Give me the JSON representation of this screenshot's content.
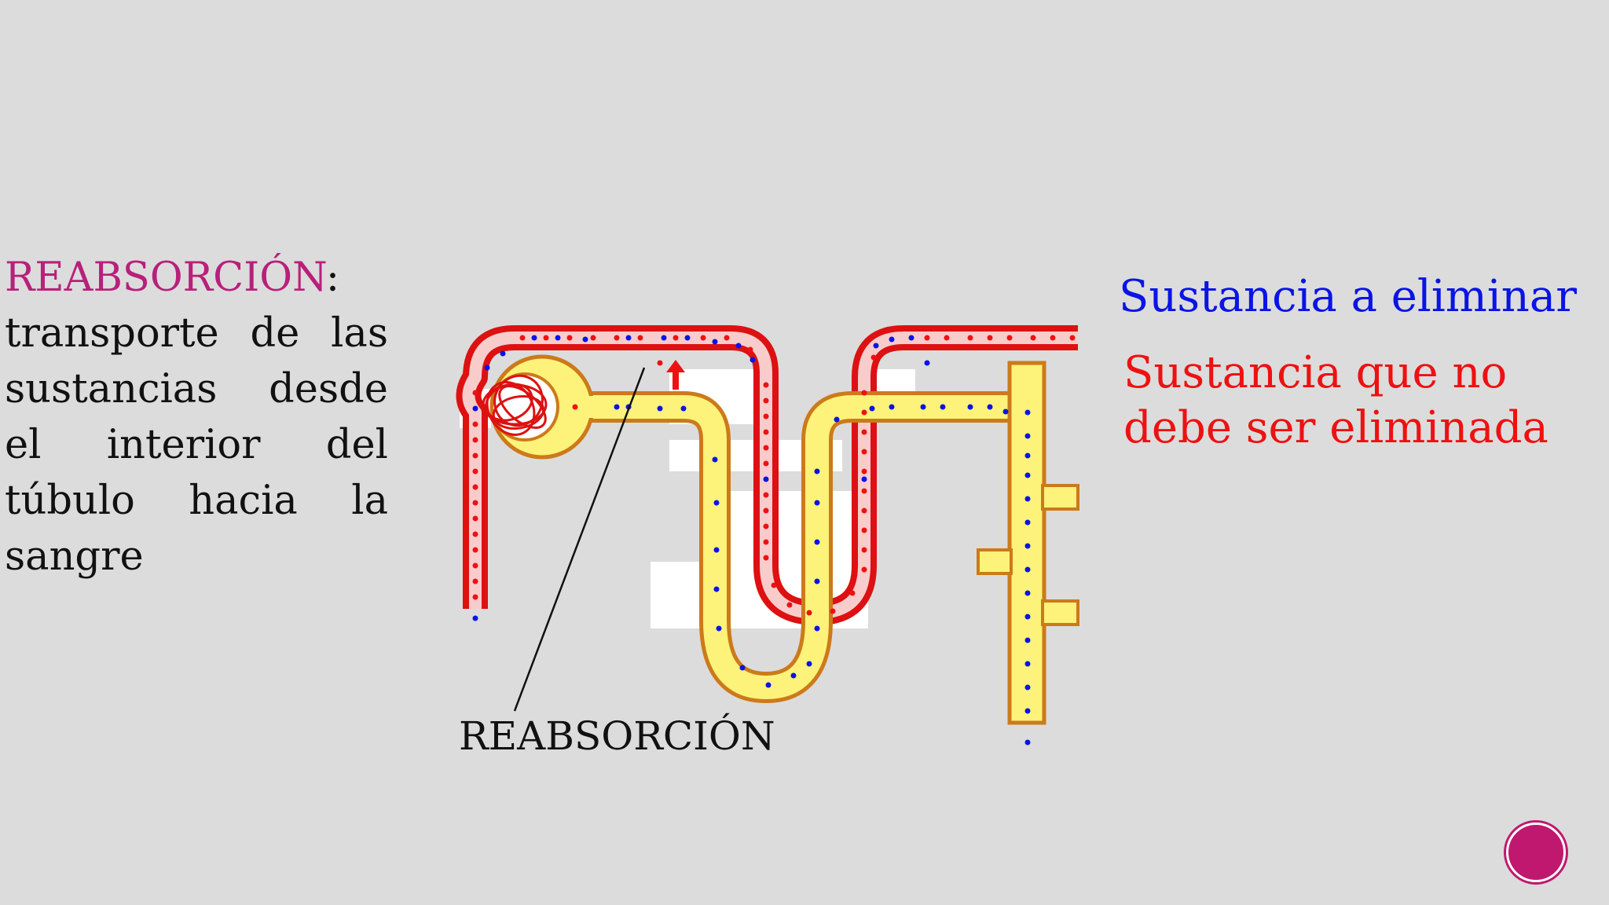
{
  "definition": {
    "term": "REABSORCIÓN",
    "colon": ":",
    "text": "transporte de las sustancias desde el interior del túbulo hacia la sangre"
  },
  "legend": {
    "blue_label": "Sustancia a eliminar",
    "red_label": "Sustancia que no debe ser eliminada"
  },
  "diagram": {
    "label": "REABSORCIÓN",
    "arrow": "reabsorption-arrow"
  },
  "colors": {
    "term": "#b8207a",
    "blue_substance": "#0a14e6",
    "red_substance": "#ee1111",
    "tubule_fill": "#fdf27a",
    "tubule_border": "#cc7a1a",
    "vessel": "#dd1111",
    "vessel_inner": "#f9cccc",
    "nav_button": "#c0186e"
  }
}
